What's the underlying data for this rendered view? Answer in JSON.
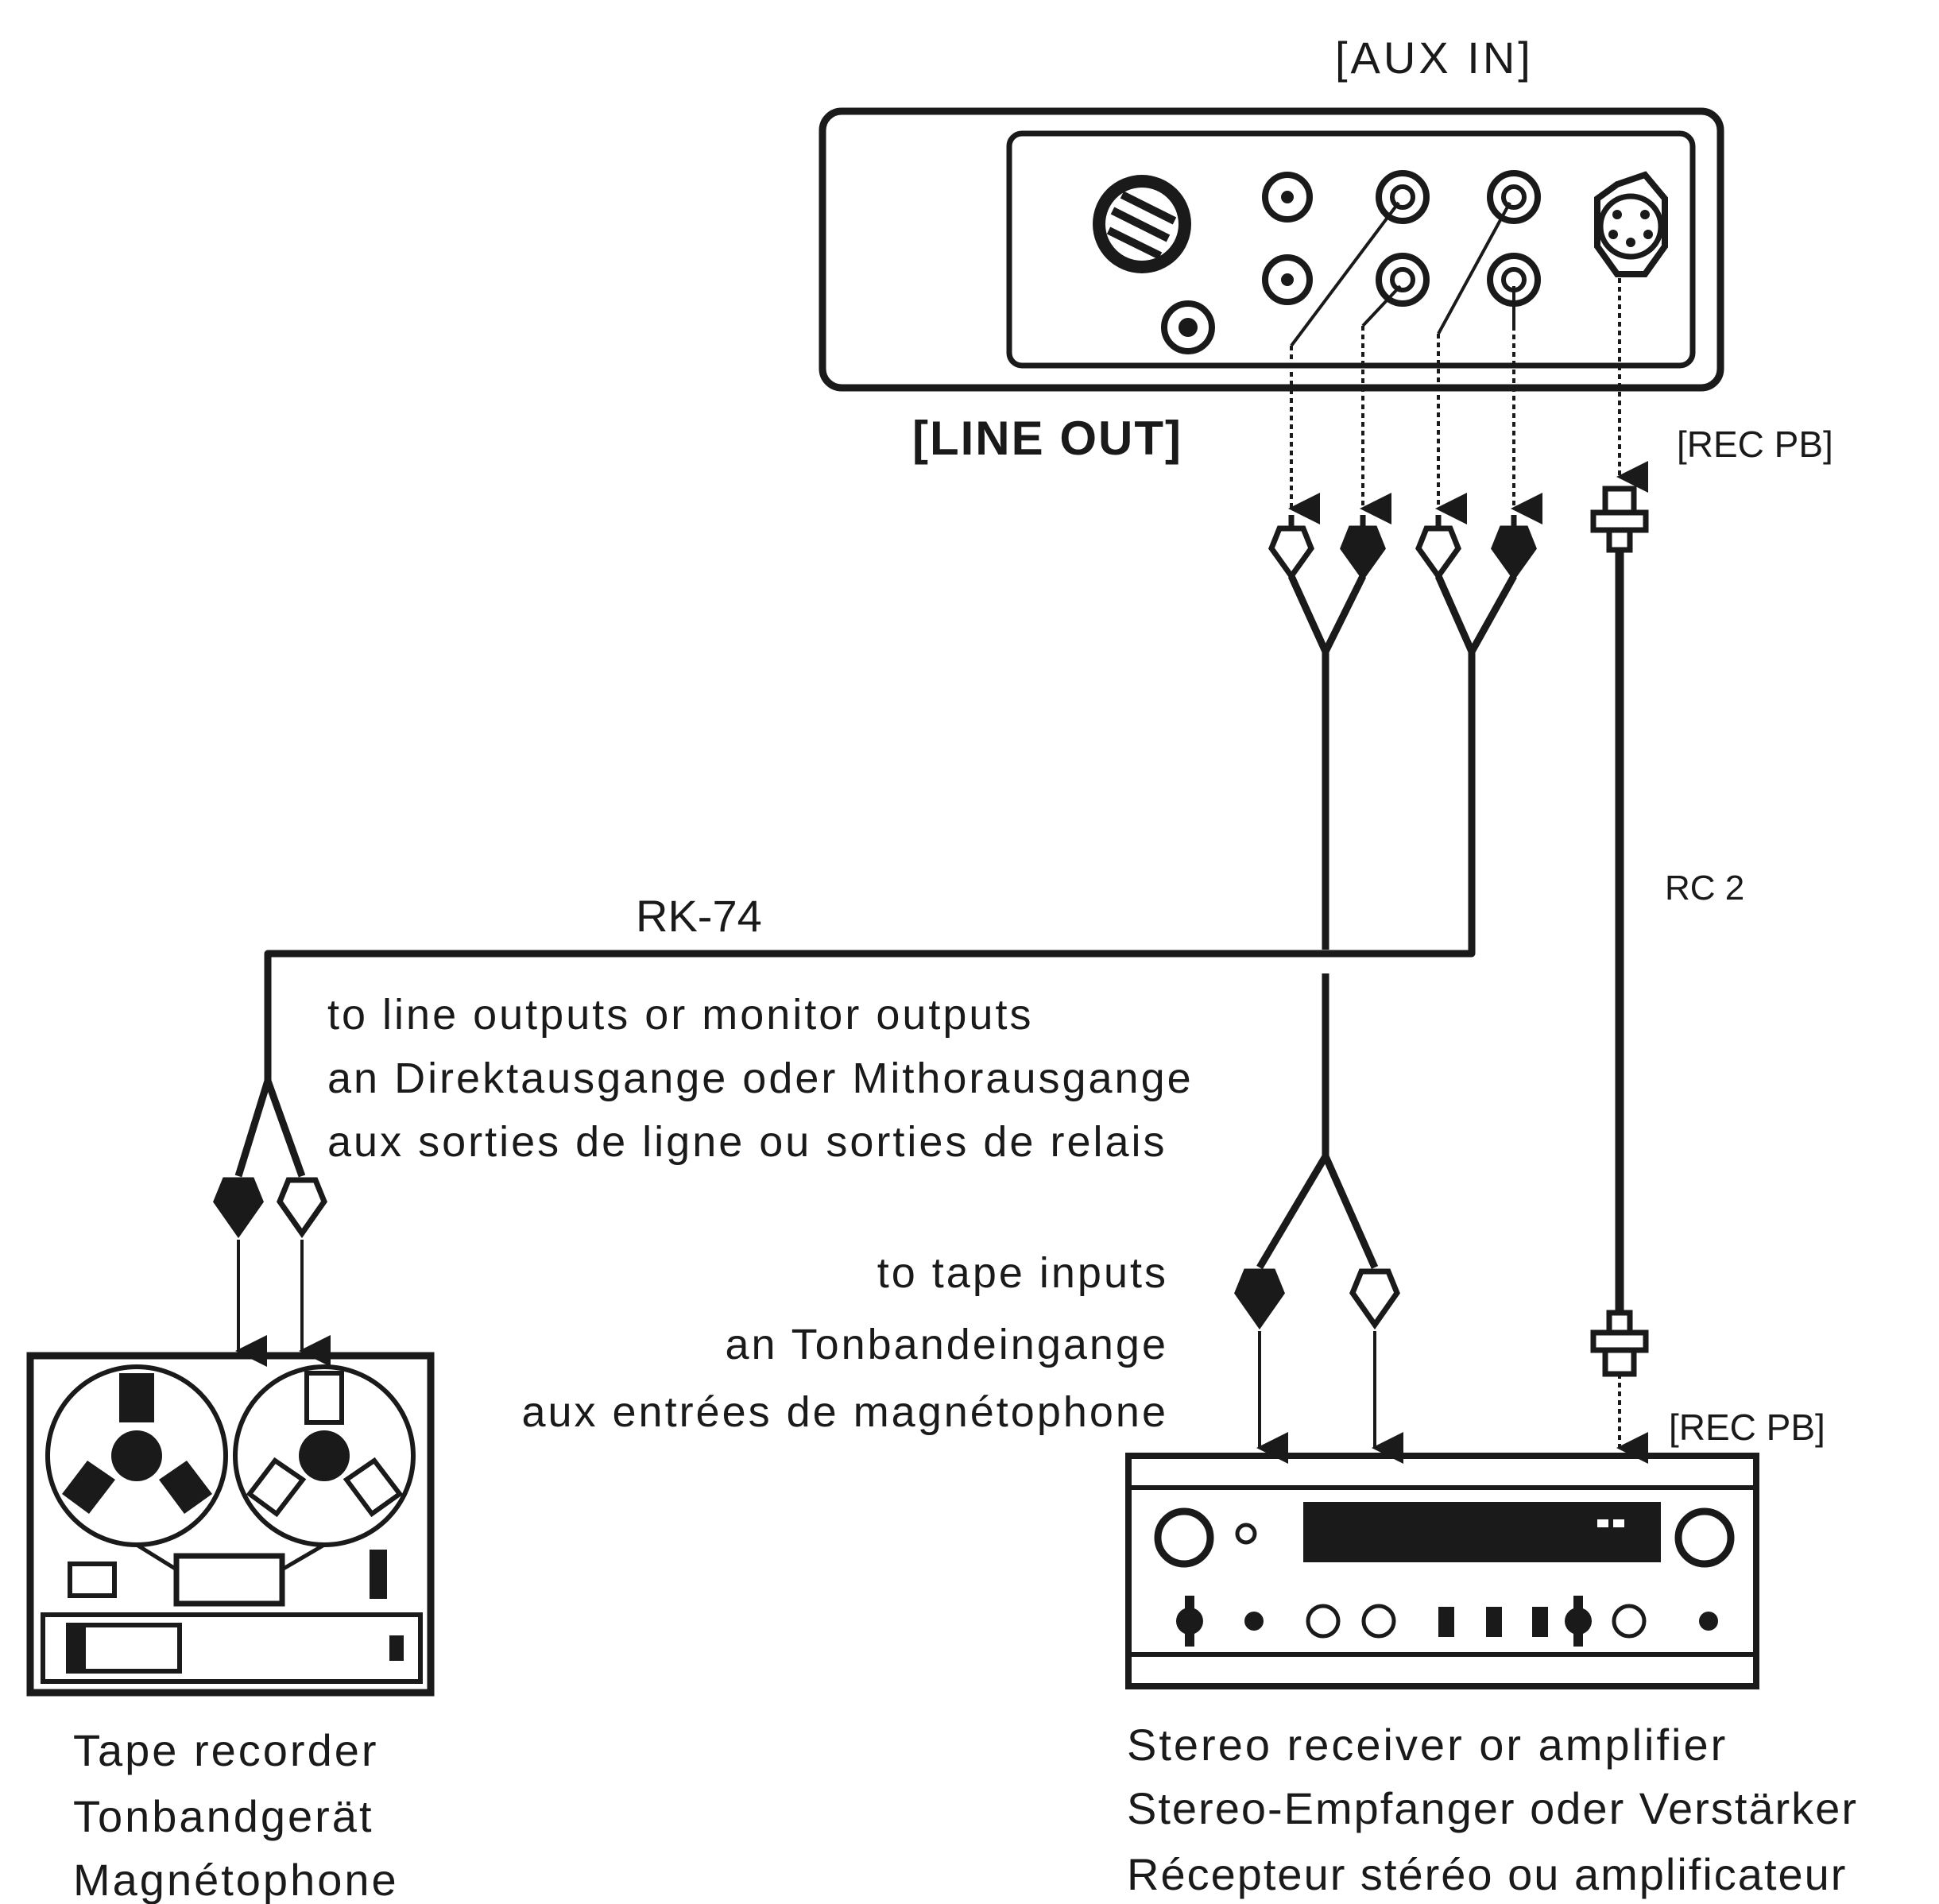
{
  "deck": {
    "aux_in": "[AUX IN]",
    "line_out": "[LINE OUT]",
    "rec_pb": "[REC PB]"
  },
  "cables": {
    "rk74": "RK-74",
    "rc2": "RC 2"
  },
  "line_outputs_note": [
    "to line outputs or monitor outputs",
    "an Direktausgange oder Mithorausgange",
    "aux sorties de ligne ou sorties de relais"
  ],
  "tape_inputs_note": [
    "to  tape inputs",
    "an Tonbandeingange",
    "aux entrées de magnétophone"
  ],
  "receiver_rec_pb": "[REC PB]",
  "tape_recorder": {
    "labels": [
      "Tape recorder",
      "Tonbandgerät",
      "Magnétophone"
    ]
  },
  "receiver": {
    "labels": [
      "Stereo receiver or amplifier",
      "Stereo-Empfanger oder Verstärker",
      "Récepteur stéréo ou amplificateur"
    ]
  }
}
